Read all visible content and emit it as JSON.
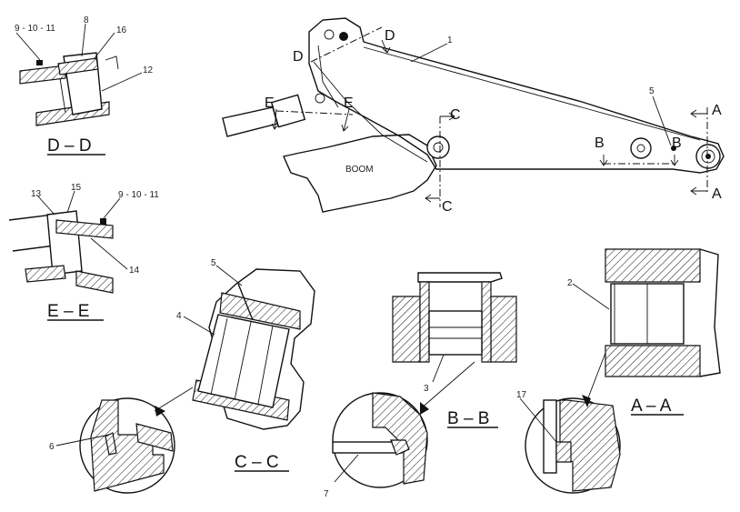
{
  "parts": {
    "p1": "1",
    "p2": "2",
    "p3": "3",
    "p4": "4",
    "p5": "5",
    "p5b": "5",
    "p6": "6",
    "p7": "7",
    "p8": "8",
    "p12": "12",
    "p13": "13",
    "p14": "14",
    "p15": "15",
    "p16": "16",
    "p17": "17",
    "p9_10_11_top": "9 - 10 - 11",
    "p9_10_11_bottom": "9 - 10 - 11"
  },
  "cut_marks": {
    "a_top": "A",
    "a_bottom": "A",
    "b_left": "B",
    "b_right": "B",
    "c_top": "C",
    "c_bottom": "C",
    "d_left": "D",
    "d_right": "D",
    "e_left": "E",
    "e_right": "E"
  },
  "labels": {
    "boom": "BOOM"
  },
  "sections": {
    "dd": "D – D",
    "ee": "E – E",
    "cc": "C – C",
    "bb": "B – B",
    "aa": "A – A"
  }
}
